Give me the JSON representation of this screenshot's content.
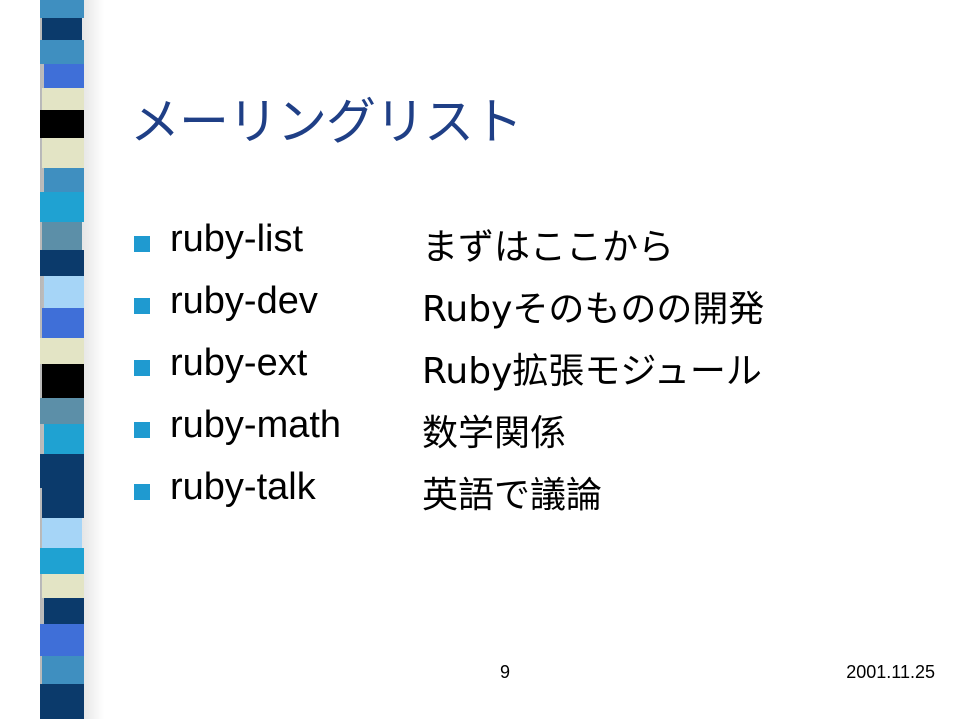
{
  "slide": {
    "title": "メーリングリスト",
    "items": [
      {
        "name": "ruby-list",
        "description": "まずはここから"
      },
      {
        "name": "ruby-dev",
        "description": "Rubyそのものの開発"
      },
      {
        "name": "ruby-ext",
        "description": "Ruby拡張モジュール"
      },
      {
        "name": "ruby-math",
        "description": "数学関係"
      },
      {
        "name": "ruby-talk",
        "description": "英語で議論"
      }
    ],
    "page_number": "9",
    "date": "2001.11.25"
  },
  "colors": {
    "title": "#1f3f86",
    "bullet": "#1f9ad0",
    "strip": [
      "#3f8fc0",
      "#0b3a6b",
      "#3f6fd8",
      "#e3e4c5",
      "#000000",
      "#1fa2d2",
      "#5c8fa8",
      "#a6d5f7"
    ]
  }
}
